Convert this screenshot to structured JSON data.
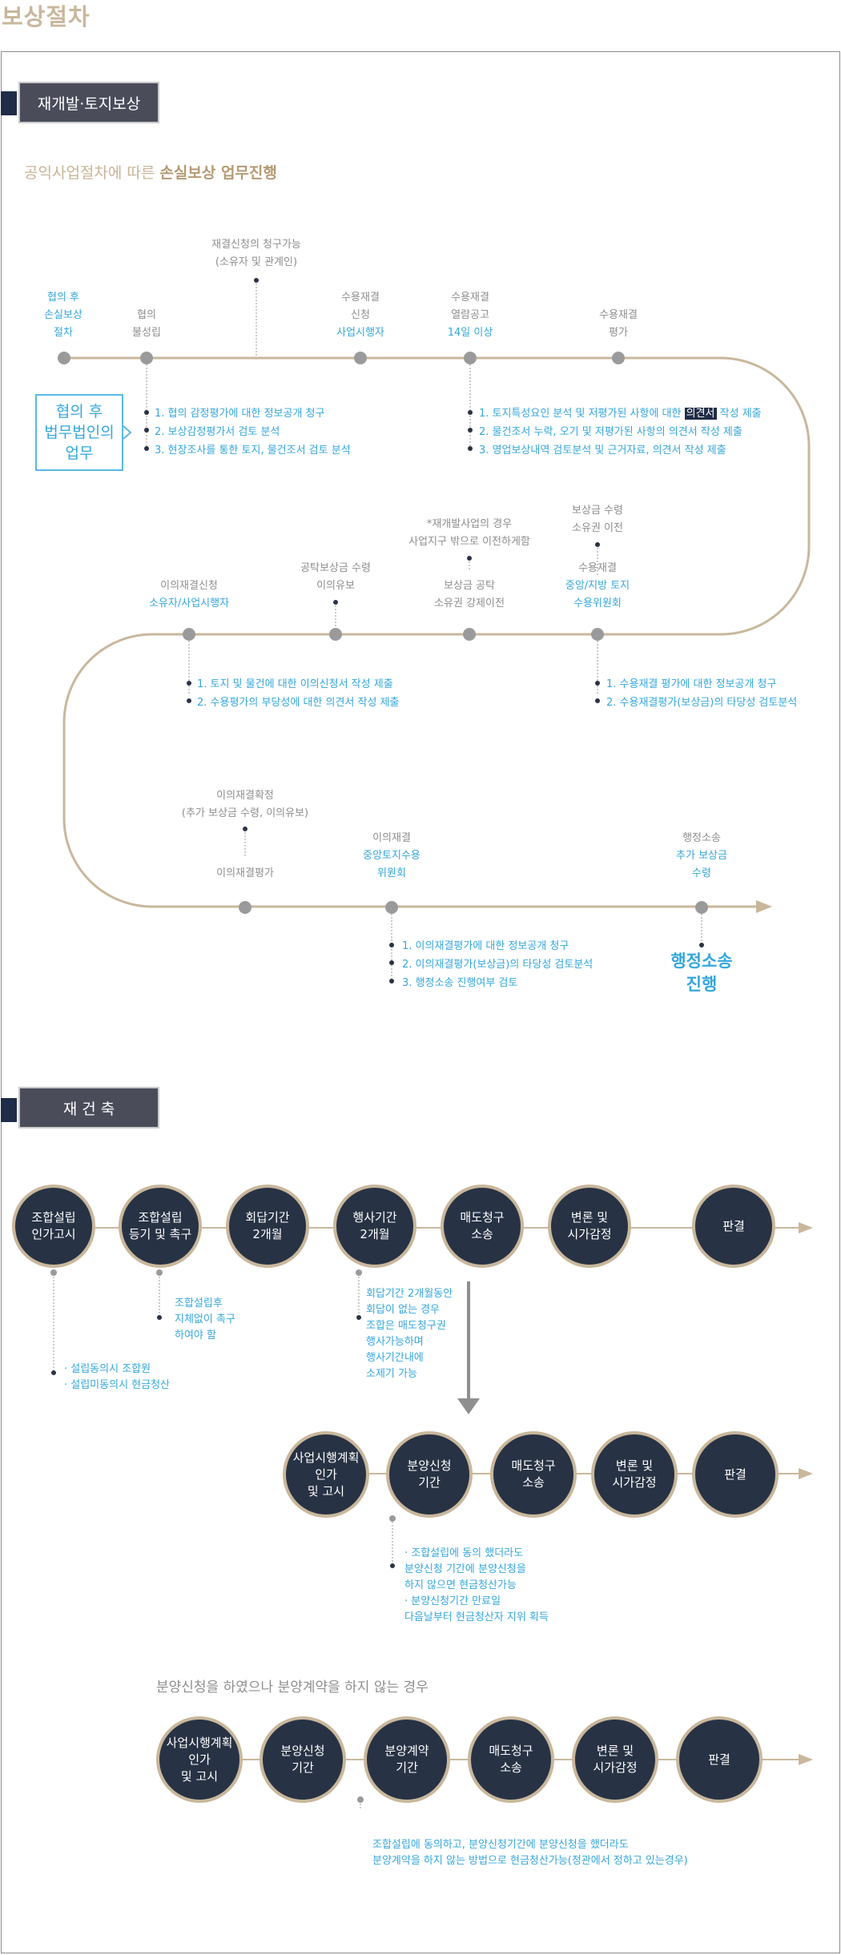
{
  "page_title": "보상절차",
  "section1": {
    "heading": "재개발·토지보상",
    "subtitle_plain": "공익사업절차에 따른",
    "subtitle_bold": "손실보상 업무진행",
    "duty_box": [
      "협의 후",
      "법무법인의",
      "업무"
    ],
    "row1": [
      {
        "label": [
          "협의 후",
          "손실보상",
          "절차"
        ],
        "color": "blue"
      },
      {
        "label": [
          "협의",
          "불성립"
        ],
        "color": "gray"
      },
      {
        "label": [
          "재결신청의 청구가능",
          "(소유자 및 관계인)"
        ],
        "color": "gray"
      },
      {
        "label": [
          "수용재결",
          "신청"
        ],
        "sub": "사업시행자"
      },
      {
        "label": [
          "수용재결",
          "열람공고"
        ],
        "sub": "14일 이상"
      },
      {
        "label": [
          "수용재결",
          "평가"
        ],
        "color": "gray"
      }
    ],
    "notes_a": [
      "1. 협의 감정평가에 대한 정보공개 청구",
      "2. 보상감정평가서 검토 분석",
      "3. 현장조사를 통한 토지, 물건조서 검토 분석"
    ],
    "notes_b_pre": "1. 토지특성요인 분석 및 저평가된 사항에 대한 ",
    "notes_b_hl": "의견서",
    "notes_b_post": " 작성 제출",
    "notes_b": [
      "2. 물건조서 누락, 오기 및 저평가된 사항의 의견서 작성 제출",
      "3. 영업보상내역 검토분석 및 근거자료, 의견서 작성 제출"
    ],
    "row2": [
      {
        "label": [
          "이의재결신청"
        ],
        "sub": "소유자/사업시행자"
      },
      {
        "label": [
          "공탁보상금 수령",
          "이의유보"
        ],
        "color": "gray"
      },
      {
        "label": [
          "*재개발사업의 경우",
          "사업지구 밖으로 이전하게함"
        ],
        "color": "gray"
      },
      {
        "label": [
          "보상금 공탁",
          "소유권 강제이전"
        ],
        "color": "gray"
      },
      {
        "label": [
          "보상금 수령",
          "소유권 이전"
        ],
        "color": "gray"
      },
      {
        "label": [
          "수용재결"
        ],
        "sub": [
          "중앙/지방 토지",
          "수용위원회"
        ]
      }
    ],
    "notes_c": [
      "1. 토지 및 물건에 대한 이의신청서 작성 제출",
      "2. 수용평가의 부당성에 대한 의견서 작성 제출"
    ],
    "notes_d": [
      "1. 수용재결 평가에 대한 정보공개 청구",
      "2. 수용재결평가(보상금)의 타당성 검토분석"
    ],
    "row3": [
      {
        "label": [
          "이의재결확정",
          "(추가 보상금 수령, 이의유보)"
        ],
        "color": "gray"
      },
      {
        "label": [
          "이의재결평가"
        ],
        "color": "gray"
      },
      {
        "label": [
          "이의재결"
        ],
        "sub": [
          "중앙토지수용",
          "위원회"
        ]
      },
      {
        "label": [
          "행정소송"
        ],
        "sub": [
          "추가 보상금",
          "수령"
        ]
      }
    ],
    "notes_e": [
      "1. 이의재결평가에 대한 정보공개 청구",
      "2. 이의재결평가(보상금)의 타당성 검토분석",
      "3. 행정소송 진행여부 검토"
    ],
    "final": [
      "행정소송",
      "진행"
    ]
  },
  "section2": {
    "heading": "재 건 축",
    "row1": [
      [
        "조합설립",
        "인가고시"
      ],
      [
        "조합설립",
        "등기 및 촉구"
      ],
      [
        "회답기간",
        "2개월"
      ],
      [
        "행사기간",
        "2개월"
      ],
      [
        "매도청구",
        "소송"
      ],
      [
        "변론 및",
        "시가감정"
      ],
      [
        "판결"
      ]
    ],
    "note_a": [
      "· 설립동의시 조합원",
      "· 설립미동의시 현금청산"
    ],
    "note_b": [
      "조합설립후",
      "지체없이 촉구",
      "하여야 함"
    ],
    "note_c": [
      "회답기간 2개월동안",
      "회답이 없는 경우",
      "조합은 매도청구권",
      "행사가능하며",
      "행사기간내에",
      "소제기 가능"
    ],
    "row2": [
      [
        "사업시행계획",
        "인가",
        "및 고시"
      ],
      [
        "분양신청",
        "기간"
      ],
      [
        "매도청구",
        "소송"
      ],
      [
        "변론 및",
        "시가감정"
      ],
      [
        "판결"
      ]
    ],
    "note_d": [
      "· 조합설립에 동의 했더라도",
      "분양신청 기간에 분양신청을",
      "하지 않으면 현금청산가능",
      "· 분양신청기간 만료일",
      "다음날부터 현금청산자 지위 획득"
    ],
    "row3_title": "분양신청을 하였으나 분양계약을 하지 않는 경우",
    "row3": [
      [
        "사업시행계획",
        "인가",
        "및 고시"
      ],
      [
        "분양신청",
        "기간"
      ],
      [
        "분양계약",
        "기간"
      ],
      [
        "매도청구",
        "소송"
      ],
      [
        "변론 및",
        "시가감정"
      ],
      [
        "판결"
      ]
    ],
    "note_e": [
      "조합설립에 동의하고, 분양신청기간에 분양신청을 했더라도",
      "분양계약을 하지 않는 방법으로 현금청산가능(정관에서 정하고 있는경우)"
    ]
  }
}
